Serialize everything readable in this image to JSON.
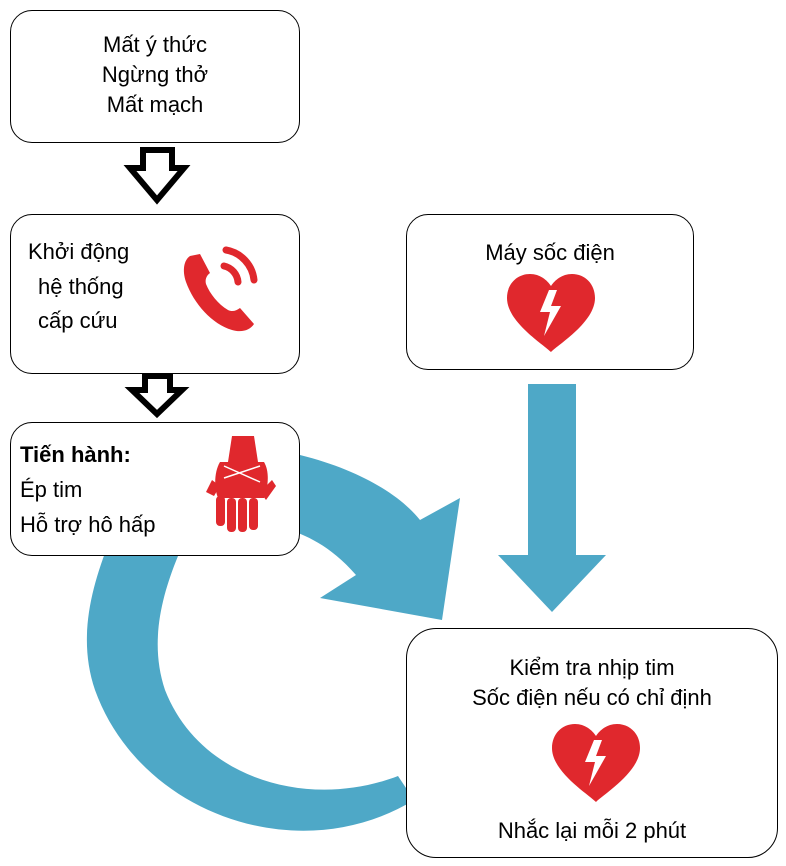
{
  "colors": {
    "flow_blue": "#4ea8c7",
    "icon_red": "#e0282d",
    "border": "#000000",
    "spell_underline": "#e8343a"
  },
  "boxes": {
    "symptoms": {
      "lines": [
        "Mất ý thức",
        "Ngừng thở",
        "Mất mạch"
      ]
    },
    "call": {
      "lines": [
        "Khởi động",
        "hệ thống",
        "cấp cứu"
      ],
      "icon": "phone-call-icon"
    },
    "defib": {
      "title": "Máy sốc điện",
      "icon": "aed-heart-icon"
    },
    "cpr": {
      "heading": "Tiến hành:",
      "lines": [
        "Ép tim",
        "Hỗ trợ hô hấp"
      ],
      "icon": "hands-compression-icon"
    },
    "check": {
      "lines": [
        "Kiểm tra nhịp tim",
        "Sốc điện nếu có chỉ định"
      ],
      "footer": "Nhắc lại mỗi 2 phút",
      "icon": "aed-heart-icon"
    }
  },
  "arrows": [
    "outline-down-arrow",
    "outline-down-arrow",
    "blue-down-arrow",
    "blue-cycle-arrow"
  ]
}
